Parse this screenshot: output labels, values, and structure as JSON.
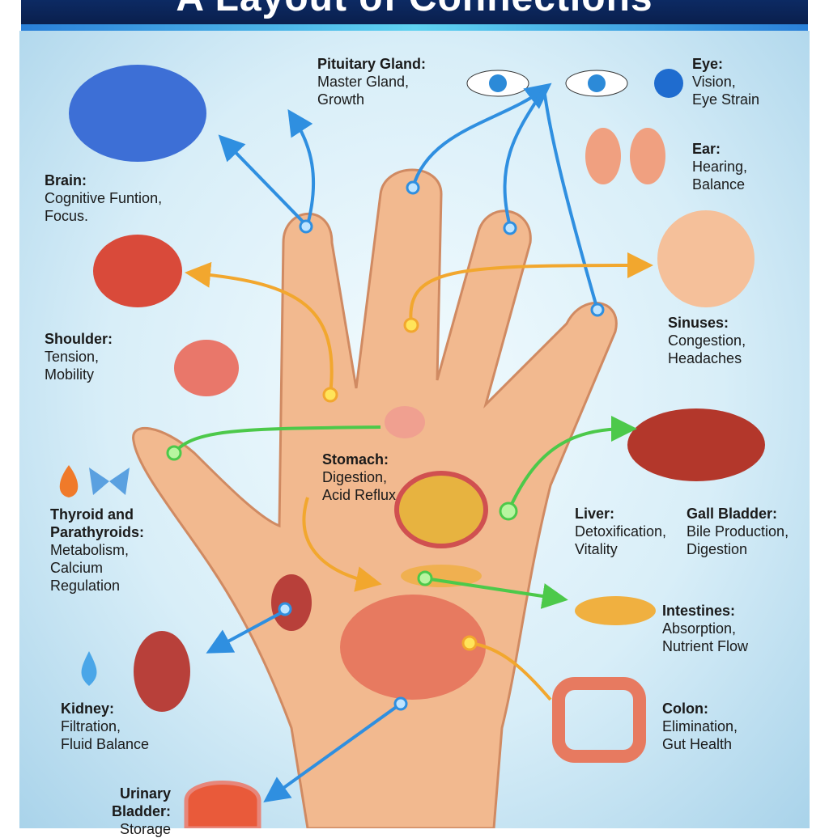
{
  "title": "A Layout of Connections",
  "colors": {
    "banner": "#0c2a63",
    "arrow_blue": "#2f8fe0",
    "arrow_orange": "#f2a72e",
    "arrow_green": "#4cc94a",
    "skin": "#f2b98f"
  },
  "labels": {
    "pituitary": {
      "name": "Pituitary Gland:",
      "l1": "Master Gland,",
      "l2": "Growth"
    },
    "eye": {
      "name": "Eye:",
      "l1": "Vision,",
      "l2": "Eye Strain"
    },
    "brain": {
      "name": "Brain:",
      "l1": "Cognitive Funtion,",
      "l2": "Focus."
    },
    "ear": {
      "name": "Ear:",
      "l1": "Hearing,",
      "l2": "Balance"
    },
    "sinuses": {
      "name": "Sinuses:",
      "l1": "Congestion,",
      "l2": "Headaches"
    },
    "shoulder": {
      "name": "Shoulder:",
      "l1": "Tension,",
      "l2": "Mobility"
    },
    "stomach": {
      "name": "Stomach:",
      "l1": "Digestion,",
      "l2": "Acid Reflux"
    },
    "thyroid": {
      "name": "Thyroid and",
      "name2": "Parathyroids:",
      "l1": "Metabolism,",
      "l2": "Calcium",
      "l3": "Regulation"
    },
    "liver": {
      "name": "Liver:",
      "l1": "Detoxification,",
      "l2": "Vitality"
    },
    "gall": {
      "name": "Gall Bladder:",
      "l1": "Bile Production,",
      "l2": "Digestion"
    },
    "intestines": {
      "name": "Intestines:",
      "l1": "Absorption,",
      "l2": "Nutrient Flow"
    },
    "kidney": {
      "name": "Kidney:",
      "l1": "Filtration,",
      "l2": "Fluid Balance"
    },
    "colon": {
      "name": "Colon:",
      "l1": "Elimination,",
      "l2": "Gut Health"
    },
    "bladder": {
      "name": "Urinary",
      "name2": "Bladder:",
      "l1": "Storage"
    }
  }
}
